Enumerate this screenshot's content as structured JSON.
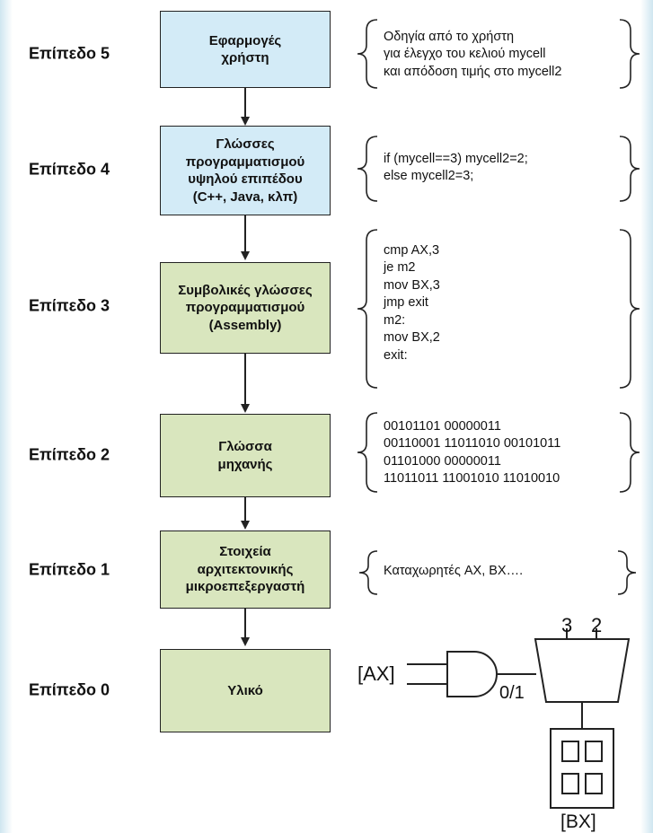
{
  "levels": [
    {
      "label": "Επίπεδο 5",
      "box": "Εφαρμογές\nχρήστη",
      "note": "Οδηγία από το χρήστη\nγια έλεγχο του κελιού mycell\nκαι απόδοση τιμής στο mycell2"
    },
    {
      "label": "Επίπεδο 4",
      "box": "Γλώσσες\nπρογραμματισμού\nυψηλού επιπέδου\n(C++, Java, κλπ)",
      "note": "if (mycell==3) mycell2=2;\n else mycell2=3;"
    },
    {
      "label": "Επίπεδο 3",
      "box": "Συμβολικές γλώσσες\nπρογραμματισμού\n(Assembly)",
      "note": "cmp AX,3\nje m2\nmov BX,3\njmp exit\nm2:\nmov BX,2\nexit:"
    },
    {
      "label": "Επίπεδο 2",
      "box": "Γλώσσα\nμηχανής",
      "note": "00101101 00000011\n00110001 11011010 00101011\n01101000 00000011\n11011011 11001010 11010010"
    },
    {
      "label": "Επίπεδο 1",
      "box": "Στοιχεία\nαρχιτεκτονικής\nμικροεπεξεργαστή",
      "note": "Καταχωρητές AX, BX…."
    },
    {
      "label": "Επίπεδο 0",
      "box": "Υλικό"
    }
  ],
  "circuit": {
    "input_label": "[AX]",
    "mux_input_a": "3",
    "mux_input_b": "2",
    "gate_output_label": "0/1",
    "register_label": "[BX]"
  },
  "colors": {
    "high_level_box": "#d3ebf7",
    "low_level_box": "#d9e6be",
    "stroke": "#222222"
  }
}
